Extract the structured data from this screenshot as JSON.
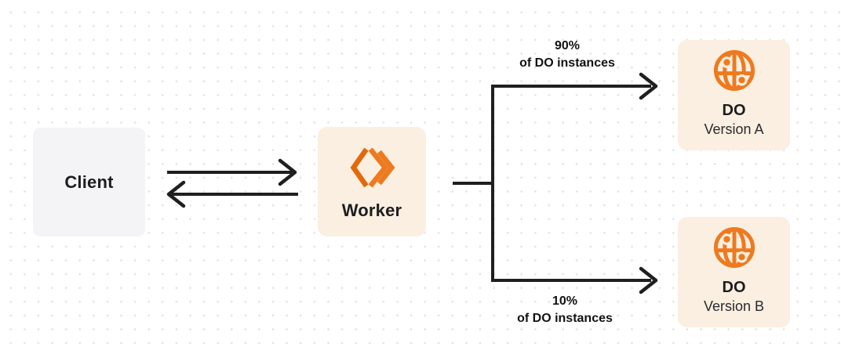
{
  "colors": {
    "accent_orange": "#EE7A1F",
    "logo_orange_dark": "#E2690D",
    "box_cream": "#FAEFE1",
    "box_gray": "#F4F4F6",
    "line_dark": "#1F1F1F",
    "text_dark": "#1D1D1F",
    "dot_grid": "#E4E4E6",
    "background": "#FFFFFF"
  },
  "nodes": {
    "client": {
      "label": "Client"
    },
    "worker": {
      "label": "Worker",
      "icon": "workers-logo-icon"
    },
    "do_a": {
      "title": "DO",
      "subtitle": "Version A",
      "icon": "globe-icon"
    },
    "do_b": {
      "title": "DO",
      "subtitle": "Version B",
      "icon": "globe-icon"
    }
  },
  "edges": {
    "client_worker": {
      "type": "bidirectional-arrows"
    },
    "branch_a": {
      "percent": "90%",
      "caption": "of DO instances"
    },
    "branch_b": {
      "percent": "10%",
      "caption": "of DO instances"
    }
  }
}
